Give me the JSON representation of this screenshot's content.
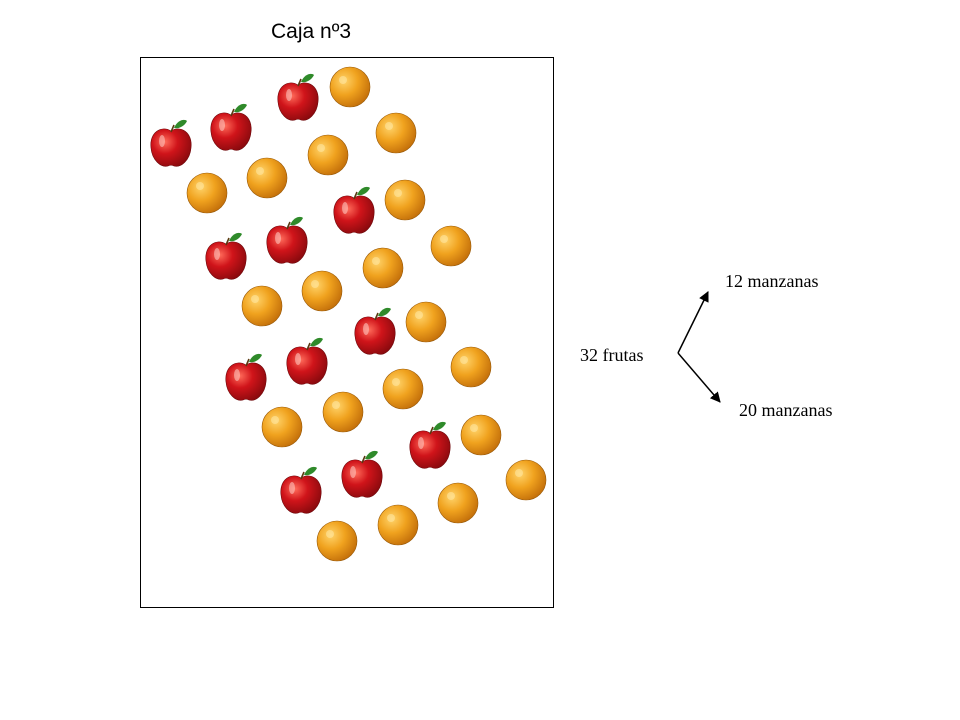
{
  "title": "Caja nº3",
  "fruit_types": [
    "apple",
    "orange"
  ],
  "fruit_counts": {
    "apple": 12,
    "orange": 20
  },
  "labels": {
    "total": "32 frutas",
    "top_branch": "12 manzanas",
    "bottom_branch": "20 manzanas"
  },
  "colors": {
    "apple": "#d0141a",
    "apple_dark": "#8c0a0e",
    "orange": "#f0a21e",
    "orange_dark": "#c4700a",
    "leaf": "#2f8a2a"
  }
}
